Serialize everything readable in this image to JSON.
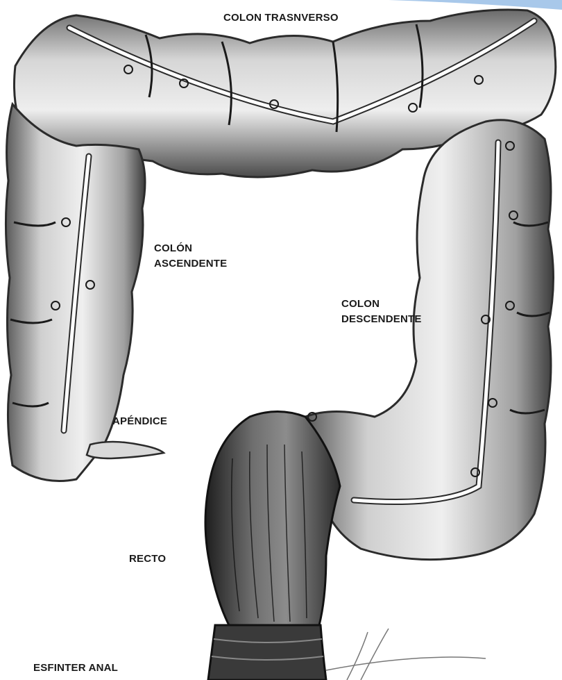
{
  "colors": {
    "background": "#ffffff",
    "tissue_light": "#ececec",
    "tissue_mid": "#a9a9a9",
    "tissue_dark": "#2b2b2b",
    "ink": "#111111",
    "corner_accent": "#a8c8ea"
  },
  "labels": {
    "transverse": "COLON TRASNVERSO",
    "ascending_line1": "COLÓN",
    "ascending_line2": "ASCENDENTE",
    "descending_line1": "COLON",
    "descending_line2": "DESCENDENTE",
    "appendix": "APÉNDICE",
    "rectum": "RECTO",
    "anal_sphincter": "ESFINTER ANAL"
  }
}
